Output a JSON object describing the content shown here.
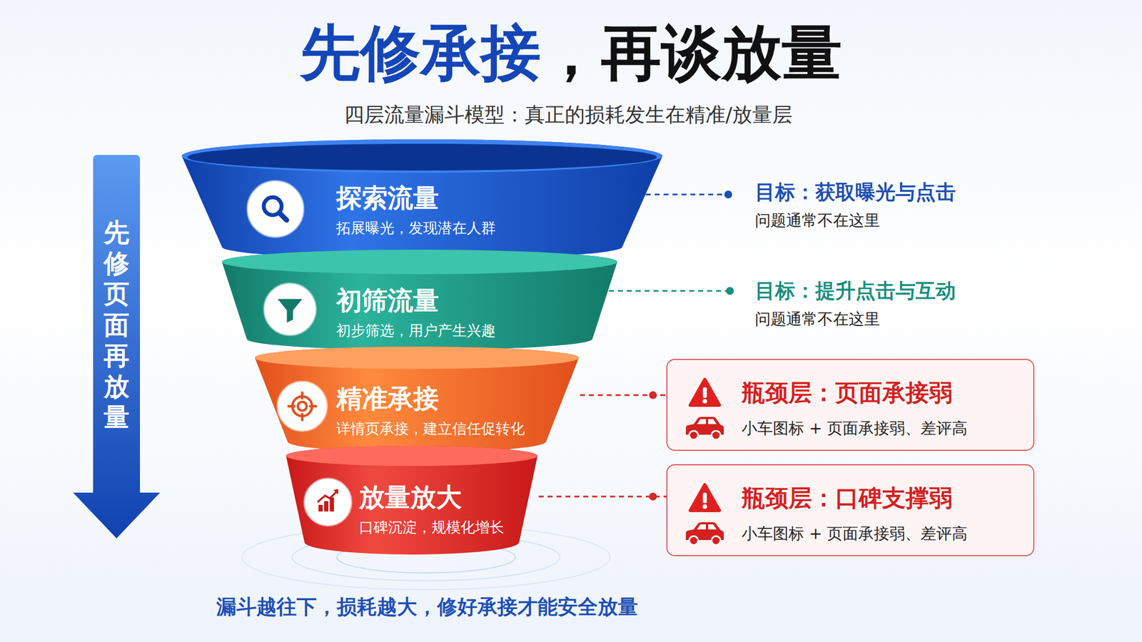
{
  "diagram": {
    "title": "先修承接，再谈放量",
    "caption": "漏斗越往下，损耗越大，修好承接才能安全放量",
    "nodes": [
      {
        "text": [
          "先修页面，再放量"
        ]
      },
      {
        "text": [
          "探索流量",
          "拓展曝光，发现潜在人群"
        ]
      },
      {
        "text": [
          "初筛流量",
          "初步筛选，用户产生兴趣"
        ]
      },
      {
        "text": [
          "精准承接",
          "详情页承接，建立信任促转化"
        ]
      },
      {
        "text": [
          "放量放大",
          "口碑沉淀，规模化增长"
        ]
      },
      {
        "text": [
          "瓶颈层：页面承接弱",
          "小车图标 + 页面承接弱、差评高"
        ]
      },
      {
        "text": [
          "瓶颈层：口碑支撑弱",
          "小车图标 + 页面承接弱、差评高"
        ]
      }
    ],
    "edges": [
      {
        "from": 3,
        "to": 5,
        "arrow": "none"
      },
      {
        "from": 4,
        "to": 6,
        "arrow": "none"
      }
    ],
    "labels": [
      "四层流量漏斗模型：真正的损耗发生在精准/放量层",
      "目标：获取曝光与点击",
      "问题通常不在这里",
      "目标：提升点击与互动",
      "问题通常不在这里"
    ]
  }
}
